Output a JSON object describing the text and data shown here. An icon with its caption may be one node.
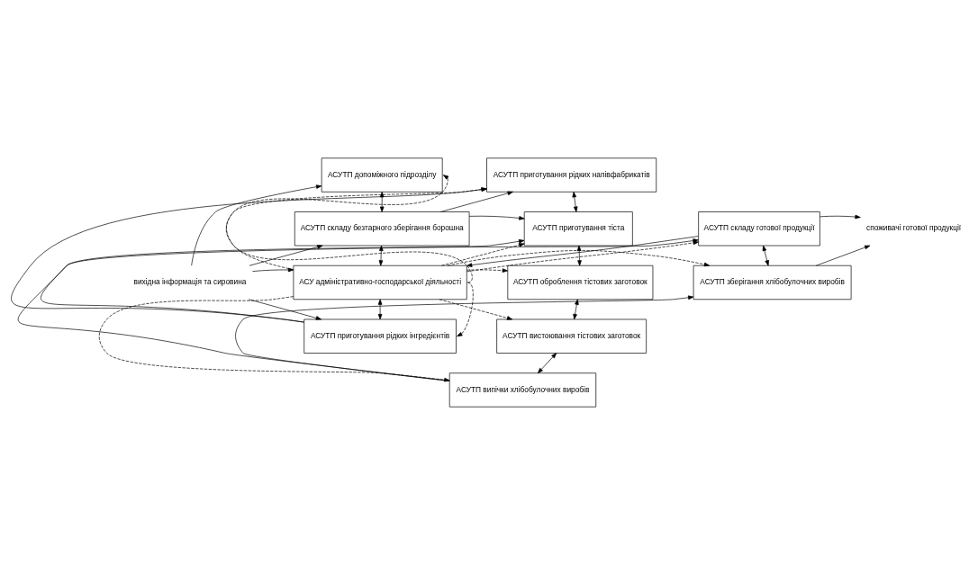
{
  "diagram": {
    "nodes": [
      {
        "text": [
          "вихідна інформація та сировина"
        ]
      },
      {
        "text": [
          "АСУТП допоміжного підрозділу"
        ]
      },
      {
        "text": [
          "АСУТП складу безтарного зберігання борошна"
        ]
      },
      {
        "text": [
          "АСУ адміністративно-господарської діяльності"
        ]
      },
      {
        "text": [
          "АСУТП приготування рідких інгредієнтів"
        ]
      },
      {
        "text": [
          "АСУТП приготування рідких напівфабрикатів"
        ]
      },
      {
        "text": [
          "АСУТП приготування тіста"
        ]
      },
      {
        "text": [
          "АСУТП оброблення тістових заготовок"
        ]
      },
      {
        "text": [
          "АСУТП вистоювання тістових заготовок"
        ]
      },
      {
        "text": [
          "АСУТП випічки хлібобулочних виробів"
        ]
      },
      {
        "text": [
          "АСУТП складу готової продукції"
        ]
      },
      {
        "text": [
          "АСУТП зберігання хлібобулочних виробів"
        ]
      },
      {
        "text": [
          "споживачі готової продукції"
        ]
      }
    ],
    "edges": [
      {
        "from": 0,
        "to": 1,
        "arrow": "to"
      },
      {
        "from": 0,
        "to": 2,
        "arrow": "to"
      },
      {
        "from": 0,
        "to": 3,
        "arrow": "to"
      },
      {
        "from": 0,
        "to": 4,
        "arrow": "to"
      },
      {
        "from": 1,
        "to": 2,
        "arrow": "both"
      },
      {
        "from": 2,
        "to": 3,
        "arrow": "both"
      },
      {
        "from": 3,
        "to": 4,
        "arrow": "both"
      },
      {
        "from": 2,
        "to": 5,
        "arrow": "to"
      },
      {
        "from": 2,
        "to": 6,
        "arrow": "to"
      },
      {
        "from": 4,
        "to": 5,
        "arrow": "to"
      },
      {
        "from": 4,
        "to": 6,
        "arrow": "to"
      },
      {
        "from": 5,
        "to": 6,
        "arrow": "both"
      },
      {
        "from": 6,
        "to": 7,
        "arrow": "both"
      },
      {
        "from": 7,
        "to": 8,
        "arrow": "both"
      },
      {
        "from": 8,
        "to": 9,
        "arrow": "both"
      },
      {
        "from": 9,
        "to": 10,
        "arrow": "to"
      },
      {
        "from": 9,
        "to": 11,
        "arrow": "to"
      },
      {
        "from": 10,
        "to": 11,
        "arrow": "both"
      },
      {
        "from": 10,
        "to": 3,
        "arrow": "to"
      },
      {
        "from": 10,
        "to": 12,
        "arrow": "to"
      },
      {
        "from": 11,
        "to": 12,
        "arrow": "to"
      },
      {
        "from": 3,
        "to": 1,
        "arrow": "to",
        "style": "dashed"
      },
      {
        "from": 3,
        "to": 4,
        "arrow": "to",
        "style": "dashed"
      },
      {
        "from": 3,
        "to": 5,
        "arrow": "to",
        "style": "dashed"
      },
      {
        "from": 3,
        "to": 6,
        "arrow": "to",
        "style": "dashed"
      },
      {
        "from": 3,
        "to": 7,
        "arrow": "to",
        "style": "dashed"
      },
      {
        "from": 3,
        "to": 8,
        "arrow": "to",
        "style": "dashed"
      },
      {
        "from": 3,
        "to": 9,
        "arrow": "to",
        "style": "dashed"
      },
      {
        "from": 3,
        "to": 10,
        "arrow": "to",
        "style": "dashed"
      },
      {
        "from": 3,
        "to": 11,
        "arrow": "to",
        "style": "dashed"
      }
    ]
  }
}
